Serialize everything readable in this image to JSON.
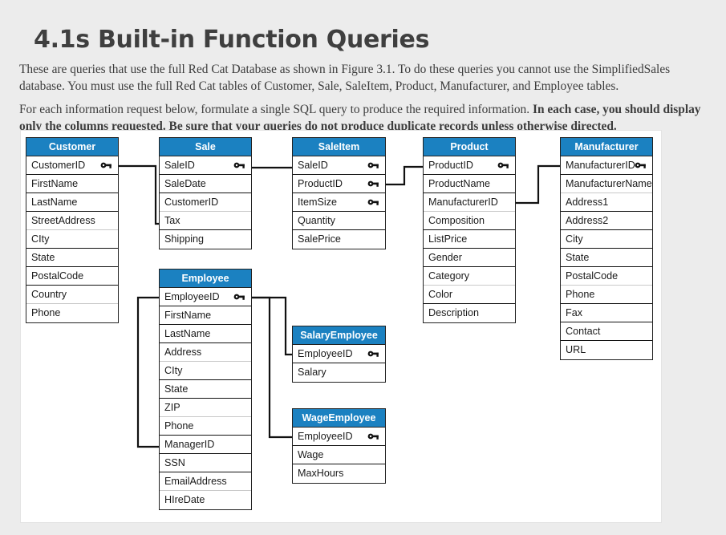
{
  "document": {
    "title": "4.1s Built-in Function Queries",
    "paragraph1": "These are queries that use the full Red Cat Database as shown in Figure 3.1.  To do these queries you cannot use the SimplifiedSales database.  You must use the full Red Cat tables of Customer, Sale, SaleItem, Product, Manufacturer, and Employee tables.",
    "paragraph2_normal": "For each information request below, formulate a single SQL query to produce the required information.  ",
    "paragraph2_bold": "In each case, you should display only the columns requested.  Be sure that your queries do not produce duplicate records unless otherwise directed.",
    "accent_color": "#1b81c1",
    "page_background": "#ececec",
    "panel_background": "#ffffff"
  },
  "erd": {
    "key_icon_name": "primary-key-icon",
    "entities": [
      {
        "name": "Customer",
        "attributes": [
          {
            "label": "CustomerID",
            "key": true
          },
          {
            "label": "FirstName",
            "key": false
          },
          {
            "label": "LastName",
            "key": false
          },
          {
            "label": "StreetAddress",
            "key": false
          },
          {
            "label": "CIty",
            "key": false
          },
          {
            "label": "State",
            "key": false
          },
          {
            "label": "PostalCode",
            "key": false
          },
          {
            "label": "Country",
            "key": false
          },
          {
            "label": "Phone",
            "key": false
          }
        ]
      },
      {
        "name": "Sale",
        "attributes": [
          {
            "label": "SaleID",
            "key": true
          },
          {
            "label": "SaleDate",
            "key": false
          },
          {
            "label": "CustomerID",
            "key": false
          },
          {
            "label": "Tax",
            "key": false
          },
          {
            "label": "Shipping",
            "key": false
          }
        ]
      },
      {
        "name": "SaleItem",
        "attributes": [
          {
            "label": "SaleID",
            "key": true
          },
          {
            "label": "ProductID",
            "key": true
          },
          {
            "label": "ItemSize",
            "key": true
          },
          {
            "label": "Quantity",
            "key": false
          },
          {
            "label": "SalePrice",
            "key": false
          }
        ]
      },
      {
        "name": "Product",
        "attributes": [
          {
            "label": "ProductID",
            "key": true
          },
          {
            "label": "ProductName",
            "key": false
          },
          {
            "label": "ManufacturerID",
            "key": false
          },
          {
            "label": "Composition",
            "key": false
          },
          {
            "label": "ListPrice",
            "key": false
          },
          {
            "label": "Gender",
            "key": false
          },
          {
            "label": "Category",
            "key": false
          },
          {
            "label": "Color",
            "key": false
          },
          {
            "label": "Description",
            "key": false
          }
        ]
      },
      {
        "name": "Manufacturer",
        "attributes": [
          {
            "label": "ManufacturerID",
            "key": true
          },
          {
            "label": "ManufacturerName",
            "key": false
          },
          {
            "label": "Address1",
            "key": false
          },
          {
            "label": "Address2",
            "key": false
          },
          {
            "label": "City",
            "key": false
          },
          {
            "label": "State",
            "key": false
          },
          {
            "label": "PostalCode",
            "key": false
          },
          {
            "label": "Phone",
            "key": false
          },
          {
            "label": "Fax",
            "key": false
          },
          {
            "label": "Contact",
            "key": false
          },
          {
            "label": "URL",
            "key": false
          }
        ]
      },
      {
        "name": "Employee",
        "attributes": [
          {
            "label": "EmployeeID",
            "key": true
          },
          {
            "label": "FirstName",
            "key": false
          },
          {
            "label": "LastName",
            "key": false
          },
          {
            "label": "Address",
            "key": false
          },
          {
            "label": "CIty",
            "key": false
          },
          {
            "label": "State",
            "key": false
          },
          {
            "label": "ZIP",
            "key": false
          },
          {
            "label": "Phone",
            "key": false
          },
          {
            "label": "ManagerID",
            "key": false
          },
          {
            "label": "SSN",
            "key": false
          },
          {
            "label": "EmailAddress",
            "key": false
          },
          {
            "label": "HIreDate",
            "key": false
          }
        ]
      },
      {
        "name": "SalaryEmployee",
        "attributes": [
          {
            "label": "EmployeeID",
            "key": true
          },
          {
            "label": "Salary",
            "key": false
          }
        ]
      },
      {
        "name": "WageEmployee",
        "attributes": [
          {
            "label": "EmployeeID",
            "key": true
          },
          {
            "label": "Wage",
            "key": false
          },
          {
            "label": "MaxHours",
            "key": false
          }
        ]
      }
    ],
    "relationships": [
      {
        "from": "Customer.CustomerID",
        "to": "Sale.CustomerID"
      },
      {
        "from": "SaleItem.ProductID",
        "to": "Product.ProductID"
      },
      {
        "from": "Product.ManufacturerID",
        "to": "Manufacturer.ManufacturerID"
      },
      {
        "from": "Sale.SaleID",
        "to": "SaleItem.SaleID"
      },
      {
        "from": "Employee.EmployeeID",
        "to": "Employee.ManagerID"
      },
      {
        "from": "Employee.EmployeeID",
        "to": "SalaryEmployee.EmployeeID"
      },
      {
        "from": "Employee.EmployeeID",
        "to": "WageEmployee.EmployeeID"
      }
    ]
  }
}
